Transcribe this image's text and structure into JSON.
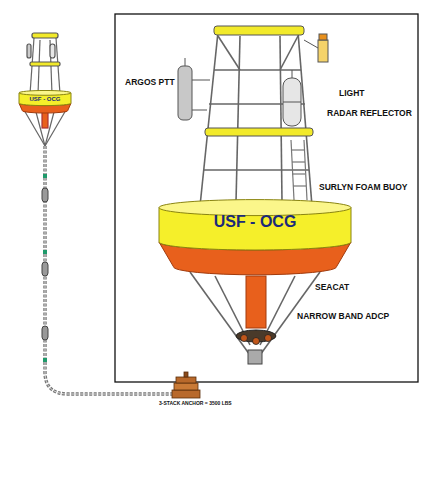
{
  "diagram": {
    "nodes": [
      {
        "text": [
          "USF - OCG"
        ]
      },
      {
        "text": [
          "USF - OCG"
        ]
      }
    ],
    "labels": [
      "ARGOS PTT",
      "LIGHT",
      "RADAR REFLECTOR",
      "SURLYN FOAM BUOY",
      "SEACAT",
      "NARROW BAND ADCP",
      "3-STACK ANCHOR = 3500 LBS"
    ]
  }
}
